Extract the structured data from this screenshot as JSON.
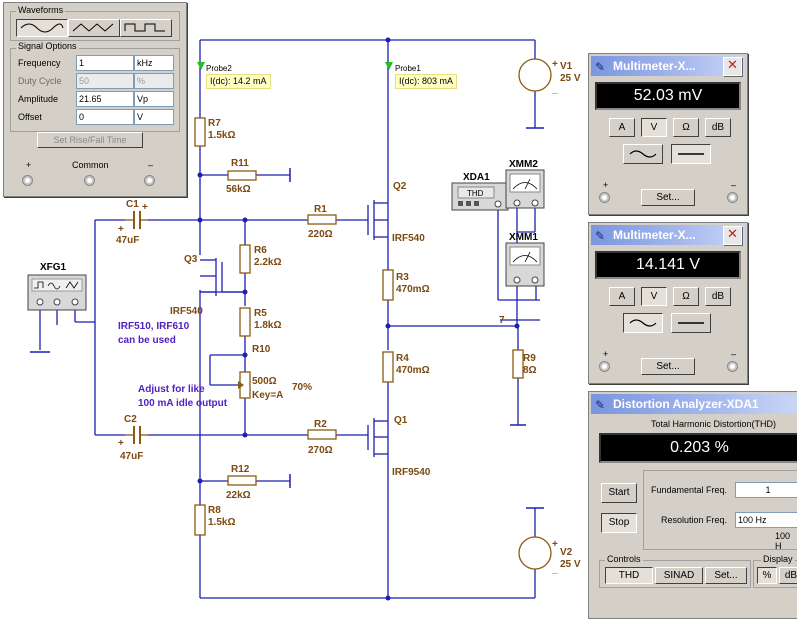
{
  "fn_gen": {
    "waveforms_title": "Waveforms",
    "signal_options_title": "Signal Options",
    "frequency_label": "Frequency",
    "frequency_value": "1",
    "frequency_unit": "kHz",
    "duty_label": "Duty Cycle",
    "duty_value": "50",
    "duty_unit": "%",
    "amplitude_label": "Amplitude",
    "amplitude_value": "21.65",
    "amplitude_unit": "Vp",
    "offset_label": "Offset",
    "offset_value": "0",
    "offset_unit": "V",
    "rise_fall_button": "Set Rise/Fall Time",
    "plus_label": "+",
    "common_label": "Common",
    "minus_label": "–"
  },
  "probes": {
    "probe2_name": "Probe2",
    "probe2_value": "I(dc): 14.2 mA",
    "probe1_name": "Probe1",
    "probe1_value": "I(dc): 803 mA"
  },
  "schematic": {
    "labels": {
      "r7": "R7",
      "r7v": "1.5kΩ",
      "r11": "R11",
      "r11v": "56kΩ",
      "c1": "C1",
      "c1v": "47uF",
      "r1": "R1",
      "r1v": "220Ω",
      "q2": "Q2",
      "q2m": "IRF540",
      "q3": "Q3",
      "q3m": "IRF540",
      "r6": "R6",
      "r6v": "2.2kΩ",
      "r5": "R5",
      "r5v": "1.8kΩ",
      "r10": "R10",
      "r10v": "500Ω",
      "r10k": "Key=A",
      "r10p": "70%",
      "r3": "R3",
      "r3v": "470mΩ",
      "r4": "R4",
      "r4v": "470mΩ",
      "r9": "R9",
      "r9v": "8Ω",
      "node7": "7",
      "v1": "V1",
      "v1v": "25 V",
      "v2": "V2",
      "v2v": "25 V",
      "c2": "C2",
      "c2v": "47uF",
      "r2": "R2",
      "r2v": "270Ω",
      "q1": "Q1",
      "q1m": "IRF9540",
      "r12": "R12",
      "r12v": "22kΩ",
      "r8": "R8",
      "r8v": "1.5kΩ",
      "xfg1": "XFG1",
      "xda1": "XDA1",
      "xda_inner": "THD",
      "xmm2": "XMM2",
      "xmm1": "XMM1",
      "note1": "IRF510, IRF610",
      "note2": "can be used",
      "note3": "Adjust for like",
      "note4": "100 mA idle output"
    }
  },
  "multimeter1": {
    "title": "Multimeter-X...",
    "reading": "52.03 mV",
    "btn_a": "A",
    "btn_v": "V",
    "btn_ohm": "Ω",
    "btn_db": "dB",
    "set_button": "Set...",
    "plus": "+",
    "minus": "–"
  },
  "multimeter2": {
    "title": "Multimeter-X...",
    "reading": "14.141 V",
    "btn_a": "A",
    "btn_v": "V",
    "btn_ohm": "Ω",
    "btn_db": "dB",
    "set_button": "Set...",
    "plus": "+",
    "minus": "–"
  },
  "distortion": {
    "title": "Distortion Analyzer-XDA1",
    "thd_heading": "Total Harmonic Distortion(THD)",
    "reading": "0.203 %",
    "start_button": "Start",
    "stop_button": "Stop",
    "fund_label": "Fundamental Freq.",
    "fund_value": "1",
    "res_label": "Resolution Freq.",
    "res_value": "100 Hz",
    "res_extra": "100 H",
    "controls_title": "Controls",
    "thd_button": "THD",
    "sinad_button": "SINAD",
    "set_button": "Set...",
    "display_title": "Display",
    "pct_button": "%",
    "db_button": "dB"
  },
  "colors": {
    "wire": "#1e1eb4",
    "component": "#8a5a10",
    "note": "#5020c0",
    "lcd_bg": "#000000",
    "panel": "#d4d0c8"
  }
}
